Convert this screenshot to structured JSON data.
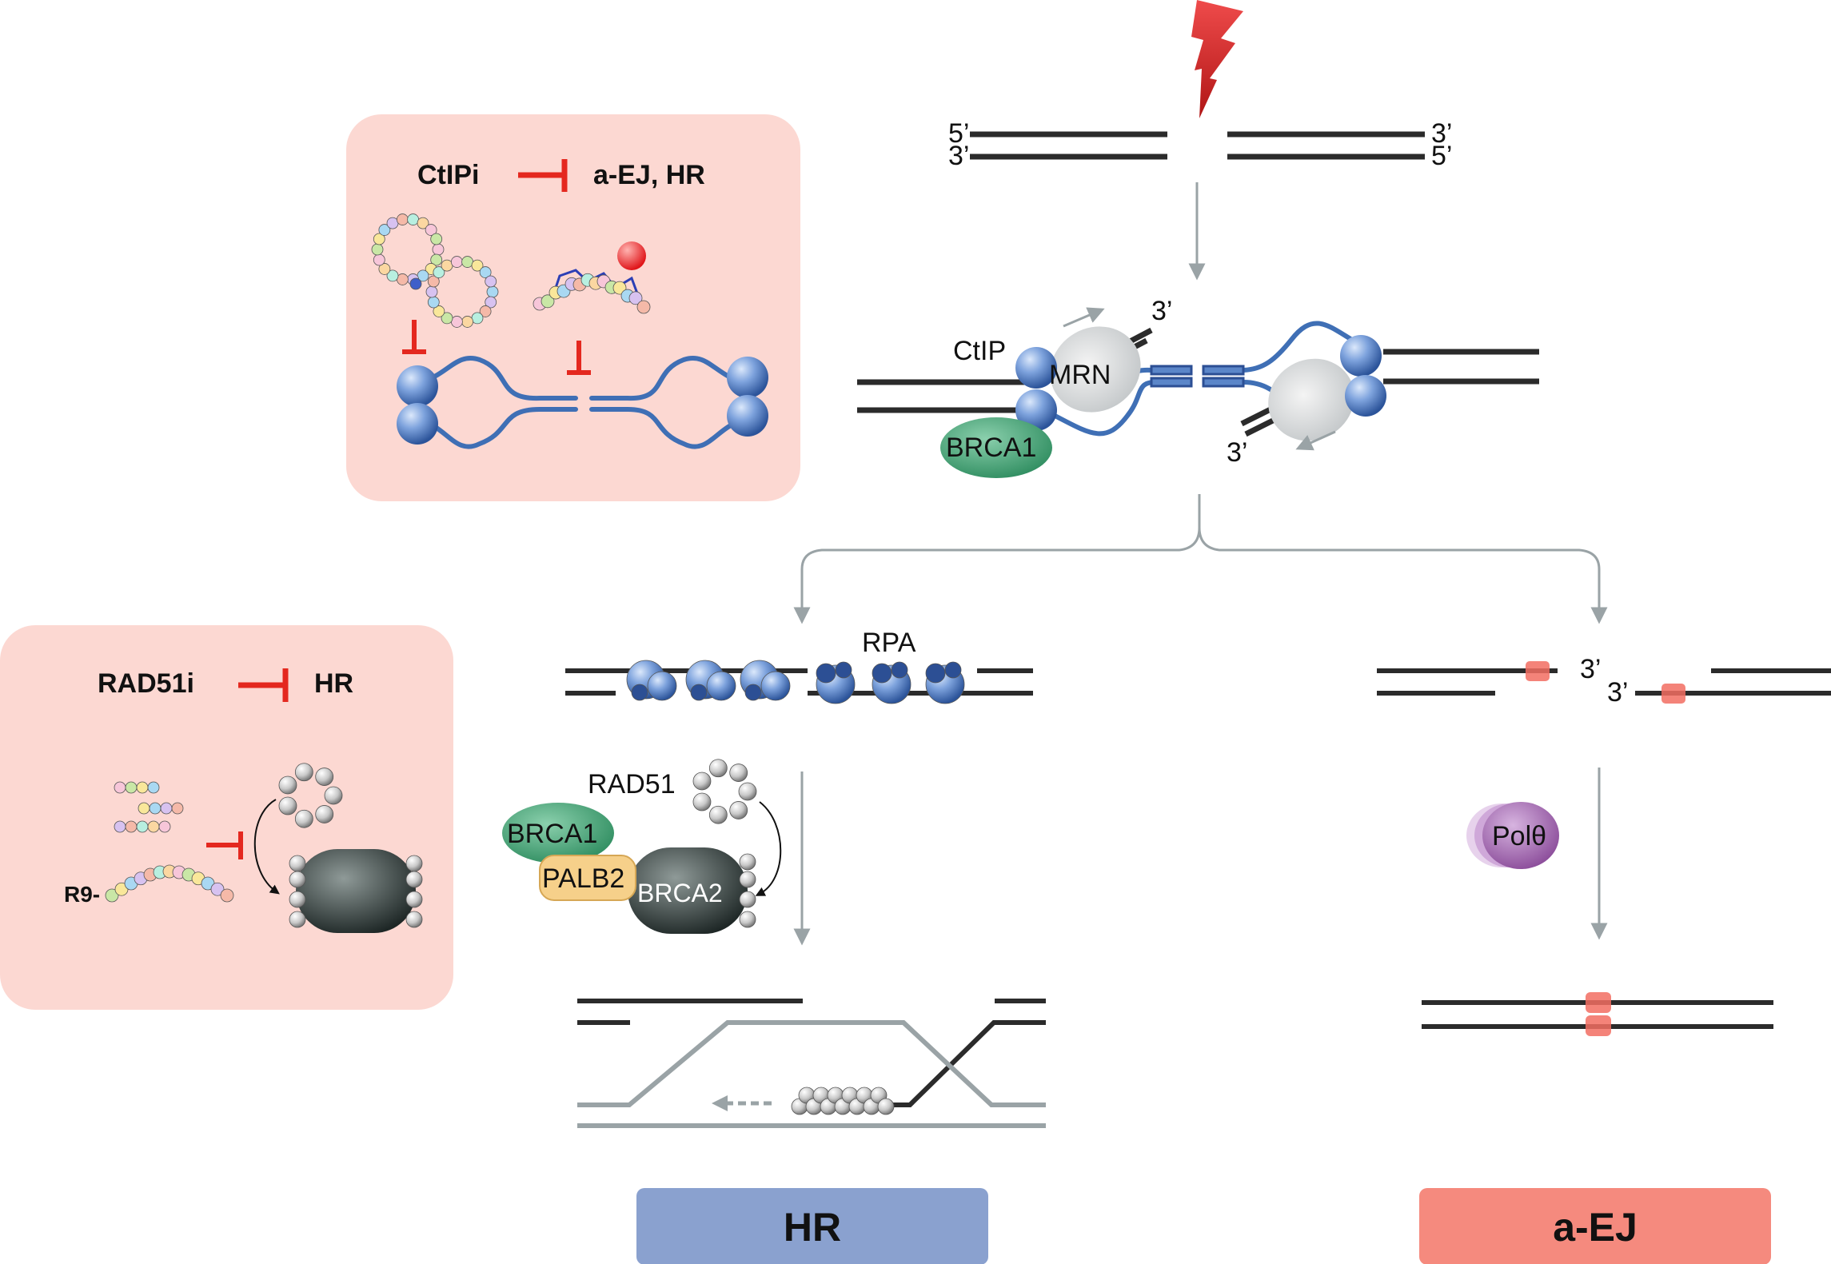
{
  "panel_ctip": {
    "drug": "CtIPi",
    "target": "a-EJ, HR"
  },
  "panel_rad51": {
    "drug": "RAD51i",
    "target": "HR",
    "peptide_prefix": "R9-"
  },
  "dna_ends": {
    "top_left": "5’",
    "bottom_left": "3’",
    "top_right": "3’",
    "bottom_right": "5’"
  },
  "resection": {
    "ctip_label": "CtIP",
    "mrn_label": "MRN",
    "brca1_label": "BRCA1",
    "overhang_top": "3’",
    "overhang_bottom": "3’"
  },
  "hr_branch": {
    "rpa_label": "RPA",
    "rad51_label": "RAD51",
    "brca1_label": "BRCA1",
    "palb2_label": "PALB2",
    "brca2_label": "BRCA2"
  },
  "aej_branch": {
    "end_top": "3’",
    "end_bottom": "3’",
    "polymerase_label": "Polθ"
  },
  "outcomes": {
    "hr": "HR",
    "aej": "a-EJ"
  },
  "colors": {
    "panel_bg": "#fcd8d2",
    "inhibit_red": "#e4281f",
    "dna_black": "#2b2b2b",
    "arrow_gray": "#9aa3a6",
    "nucleosome_blue": "#5b86c9",
    "brca1_green": "#3a9a6c",
    "palb2_yellow": "#f6d08a",
    "brca2_dark": "#2f3b39",
    "pol_theta_purple": "#9a5aa8",
    "microhomology_red": "#f26d62",
    "hr_box": "#8aa1cf",
    "aej_box": "#f58a7e",
    "lightning_red": "#d92a2a"
  }
}
